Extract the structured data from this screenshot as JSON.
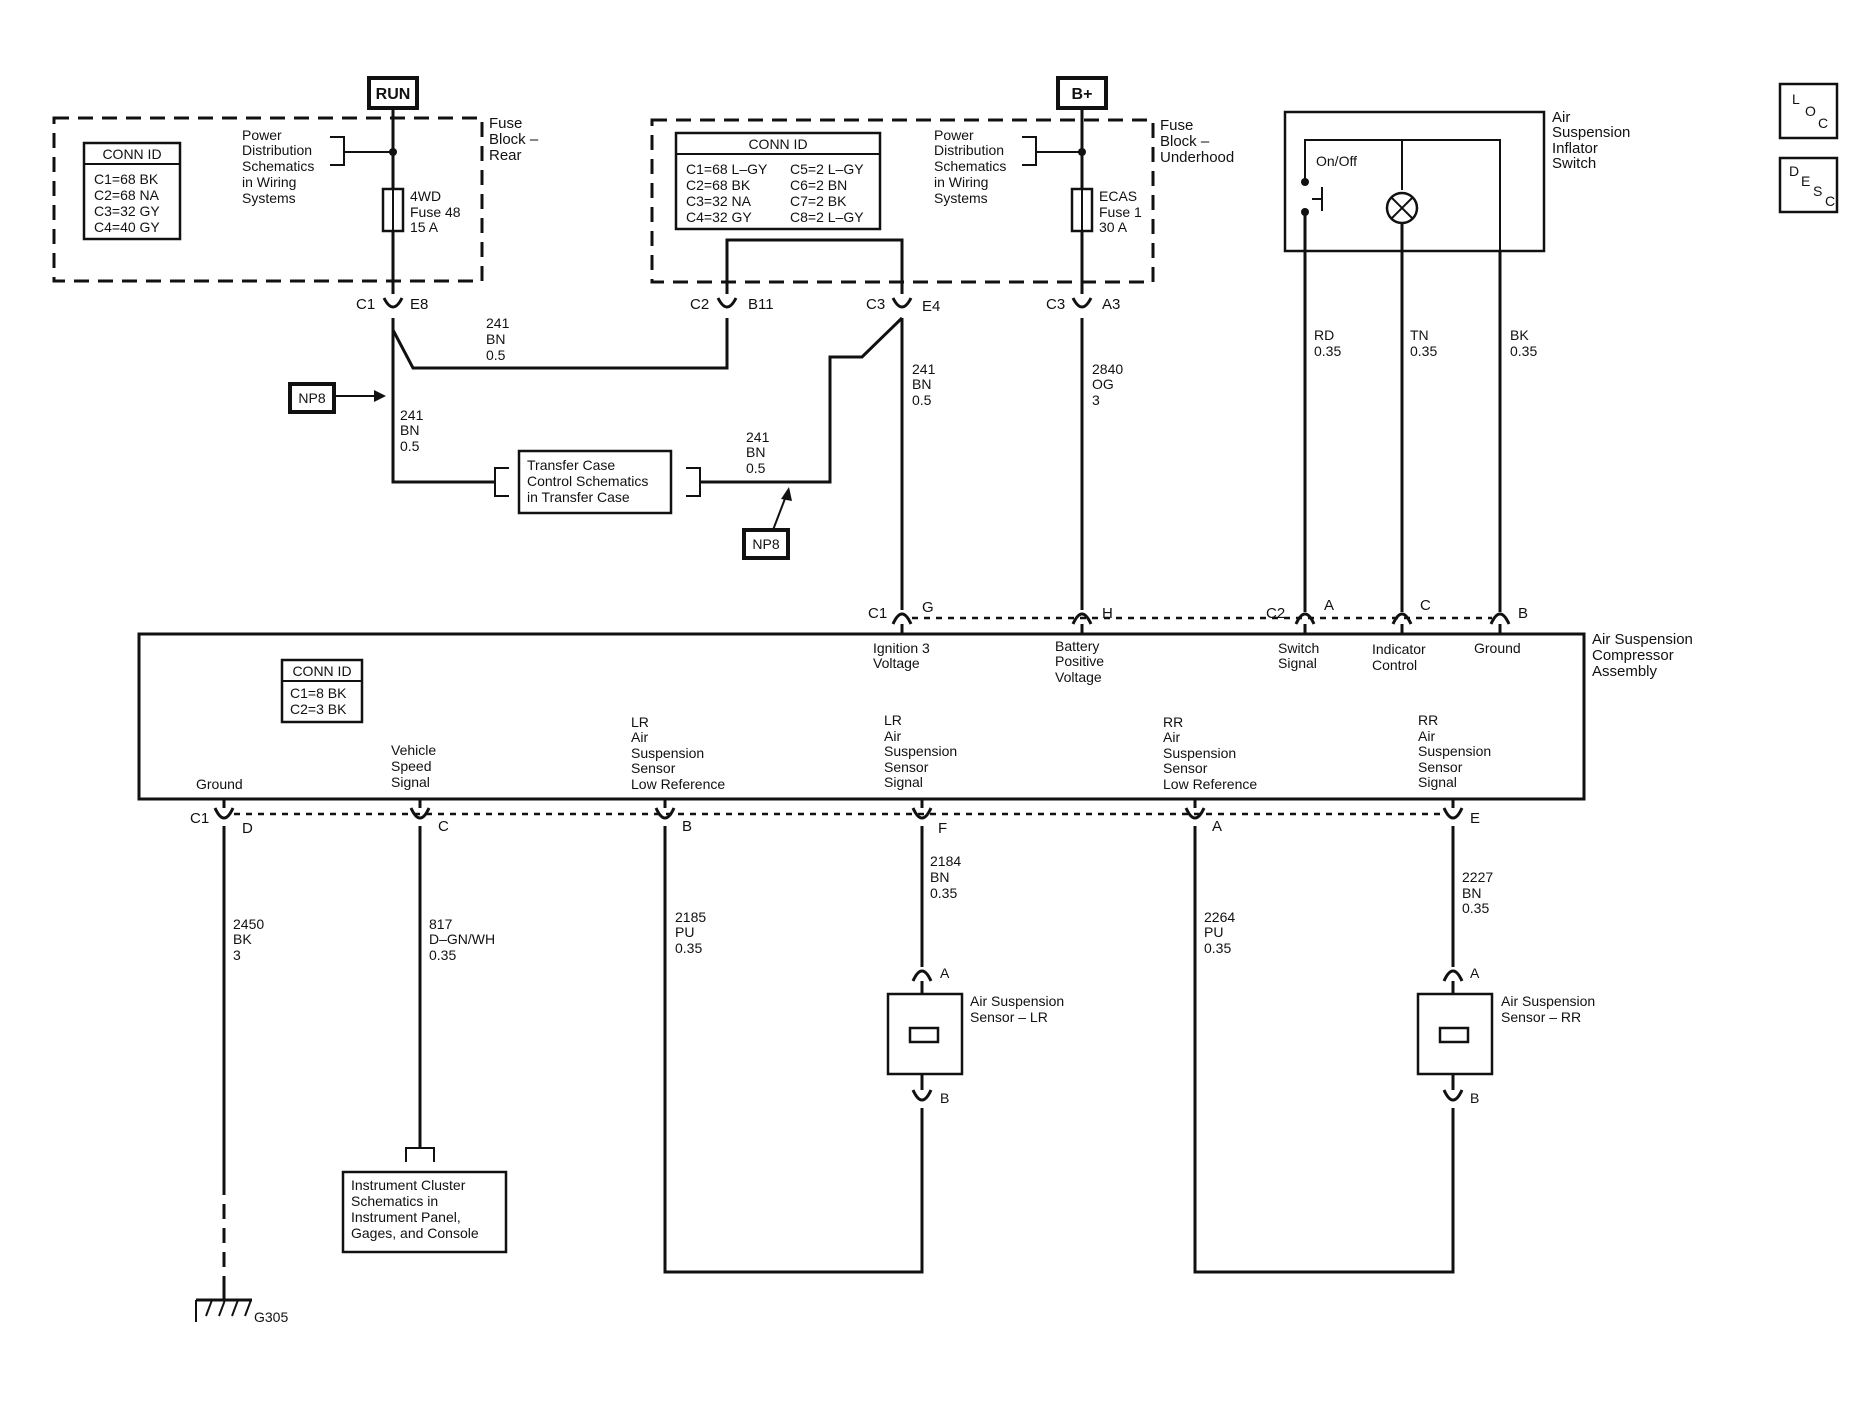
{
  "sources": {
    "run": "RUN",
    "bplus": "B+"
  },
  "fuse_block_rear": {
    "title": [
      "Fuse",
      "Block –",
      "Rear"
    ],
    "conn_id_header": "CONN ID",
    "conn_ids": [
      "C1=68 BK",
      "C2=68 NA",
      "C3=32 GY",
      "C4=40 GY"
    ],
    "power_dist": [
      "Power",
      "Distribution",
      "Schematics",
      "in Wiring",
      "Systems"
    ],
    "fuse": [
      "4WD",
      "Fuse 48",
      "15 A"
    ],
    "out_conn": "C1",
    "out_pin": "E8"
  },
  "fuse_block_underhood": {
    "title": [
      "Fuse",
      "Block –",
      "Underhood"
    ],
    "conn_id_header": "CONN ID",
    "conn_ids_left": [
      "C1=68 L–GY",
      "C2=68 BK",
      "C3=32 NA",
      "C4=32 GY"
    ],
    "conn_ids_right": [
      "C5=2 L–GY",
      "C6=2 BN",
      "C7=2 BK",
      "C8=2 L–GY"
    ],
    "power_dist": [
      "Power",
      "Distribution",
      "Schematics",
      "in Wiring",
      "Systems"
    ],
    "fuse": [
      "ECAS",
      "Fuse 1",
      "30 A"
    ],
    "conns": [
      {
        "conn": "C2",
        "pin": "B11"
      },
      {
        "conn": "C3",
        "pin": "E4"
      },
      {
        "conn": "C3",
        "pin": "A3"
      }
    ]
  },
  "inflator_switch": {
    "title": [
      "Air",
      "Suspension",
      "Inflator",
      "Switch"
    ],
    "onoff": "On/Off"
  },
  "side_buttons": {
    "loc": [
      "L",
      "O",
      "C"
    ],
    "desc": [
      "D",
      "E",
      "S",
      "C"
    ]
  },
  "wires": {
    "w241_top": [
      "241",
      "BN",
      "0.5"
    ],
    "w241_left": [
      "241",
      "BN",
      "0.5"
    ],
    "w241_mid": [
      "241",
      "BN",
      "0.5"
    ],
    "w241_right": [
      "241",
      "BN",
      "0.5"
    ],
    "w2840": [
      "2840",
      "OG",
      "3"
    ],
    "rd": [
      "RD",
      "0.35"
    ],
    "tn": [
      "TN",
      "0.35"
    ],
    "bk": [
      "BK",
      "0.35"
    ],
    "w2450": [
      "2450",
      "BK",
      "3"
    ],
    "w817": [
      "817",
      "D–GN/WH",
      "0.35"
    ],
    "w2185": [
      "2185",
      "PU",
      "0.35"
    ],
    "w2184": [
      "2184",
      "BN",
      "0.35"
    ],
    "w2264": [
      "2264",
      "PU",
      "0.35"
    ],
    "w2227": [
      "2227",
      "BN",
      "0.35"
    ]
  },
  "np8": "NP8",
  "transfer_case": [
    "Transfer Case",
    "Control Schematics",
    "in Transfer Case"
  ],
  "compressor": {
    "title": [
      "Air Suspension",
      "Compressor",
      "Assembly"
    ],
    "conn_id_header": "CONN ID",
    "conn_ids": [
      "C1=8 BK",
      "C2=3 BK"
    ],
    "top_conn_c1": "C1",
    "top_conn_c2": "C2",
    "top_pins": [
      "G",
      "H",
      "A",
      "C",
      "B"
    ],
    "top_labels": [
      [
        "Ignition 3",
        "Voltage"
      ],
      [
        "Battery",
        "Positive",
        "Voltage"
      ],
      [
        "Switch",
        "Signal"
      ],
      [
        "Indicator",
        "Control"
      ],
      [
        "Ground"
      ]
    ],
    "bottom_conn": "C1",
    "bottom_pins": [
      "D",
      "C",
      "B",
      "F",
      "A",
      "E"
    ],
    "bottom_labels": [
      [
        "Ground"
      ],
      [
        "Vehicle",
        "Speed",
        "Signal"
      ],
      [
        "LR",
        "Air",
        "Suspension",
        "Sensor",
        "Low Reference"
      ],
      [
        "LR",
        "Air",
        "Suspension",
        "Sensor",
        "Signal"
      ],
      [
        "RR",
        "Air",
        "Suspension",
        "Sensor",
        "Low Reference"
      ],
      [
        "RR",
        "Air",
        "Suspension",
        "Sensor",
        "Signal"
      ]
    ]
  },
  "sensor_lr": {
    "label": [
      "Air Suspension",
      "Sensor – LR"
    ],
    "pin_a": "A",
    "pin_b": "B"
  },
  "sensor_rr": {
    "label": [
      "Air Suspension",
      "Sensor – RR"
    ],
    "pin_a": "A",
    "pin_b": "B"
  },
  "instrument_cluster": [
    "Instrument Cluster",
    "Schematics in",
    "Instrument Panel,",
    "Gages, and Console"
  ],
  "ground": "G305"
}
